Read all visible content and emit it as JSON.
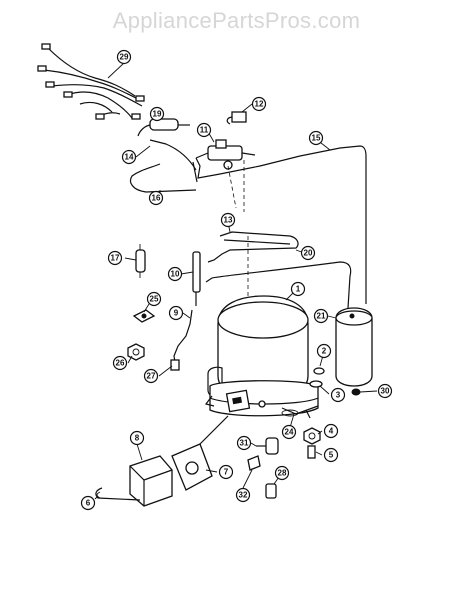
{
  "watermark": "AppliancePartsPros.com",
  "callouts": [
    {
      "id": "c29",
      "label": "29"
    },
    {
      "id": "c19",
      "label": "19"
    },
    {
      "id": "c12",
      "label": "12"
    },
    {
      "id": "c11",
      "label": "11"
    },
    {
      "id": "c15",
      "label": "15"
    },
    {
      "id": "c14",
      "label": "14"
    },
    {
      "id": "c16",
      "label": "16"
    },
    {
      "id": "c13",
      "label": "13"
    },
    {
      "id": "c20",
      "label": "20"
    },
    {
      "id": "c17",
      "label": "17"
    },
    {
      "id": "c10",
      "label": "10"
    },
    {
      "id": "c1",
      "label": "1"
    },
    {
      "id": "c25",
      "label": "25"
    },
    {
      "id": "c9",
      "label": "9"
    },
    {
      "id": "c21",
      "label": "21"
    },
    {
      "id": "c26",
      "label": "26"
    },
    {
      "id": "c2",
      "label": "2"
    },
    {
      "id": "c27",
      "label": "27"
    },
    {
      "id": "c3",
      "label": "3"
    },
    {
      "id": "c30",
      "label": "30"
    },
    {
      "id": "c24",
      "label": "24"
    },
    {
      "id": "c4",
      "label": "4"
    },
    {
      "id": "c8",
      "label": "8"
    },
    {
      "id": "c31",
      "label": "31"
    },
    {
      "id": "c5",
      "label": "5"
    },
    {
      "id": "c7",
      "label": "7"
    },
    {
      "id": "c28",
      "label": "28"
    },
    {
      "id": "c6",
      "label": "6"
    },
    {
      "id": "c32",
      "label": "32"
    }
  ]
}
